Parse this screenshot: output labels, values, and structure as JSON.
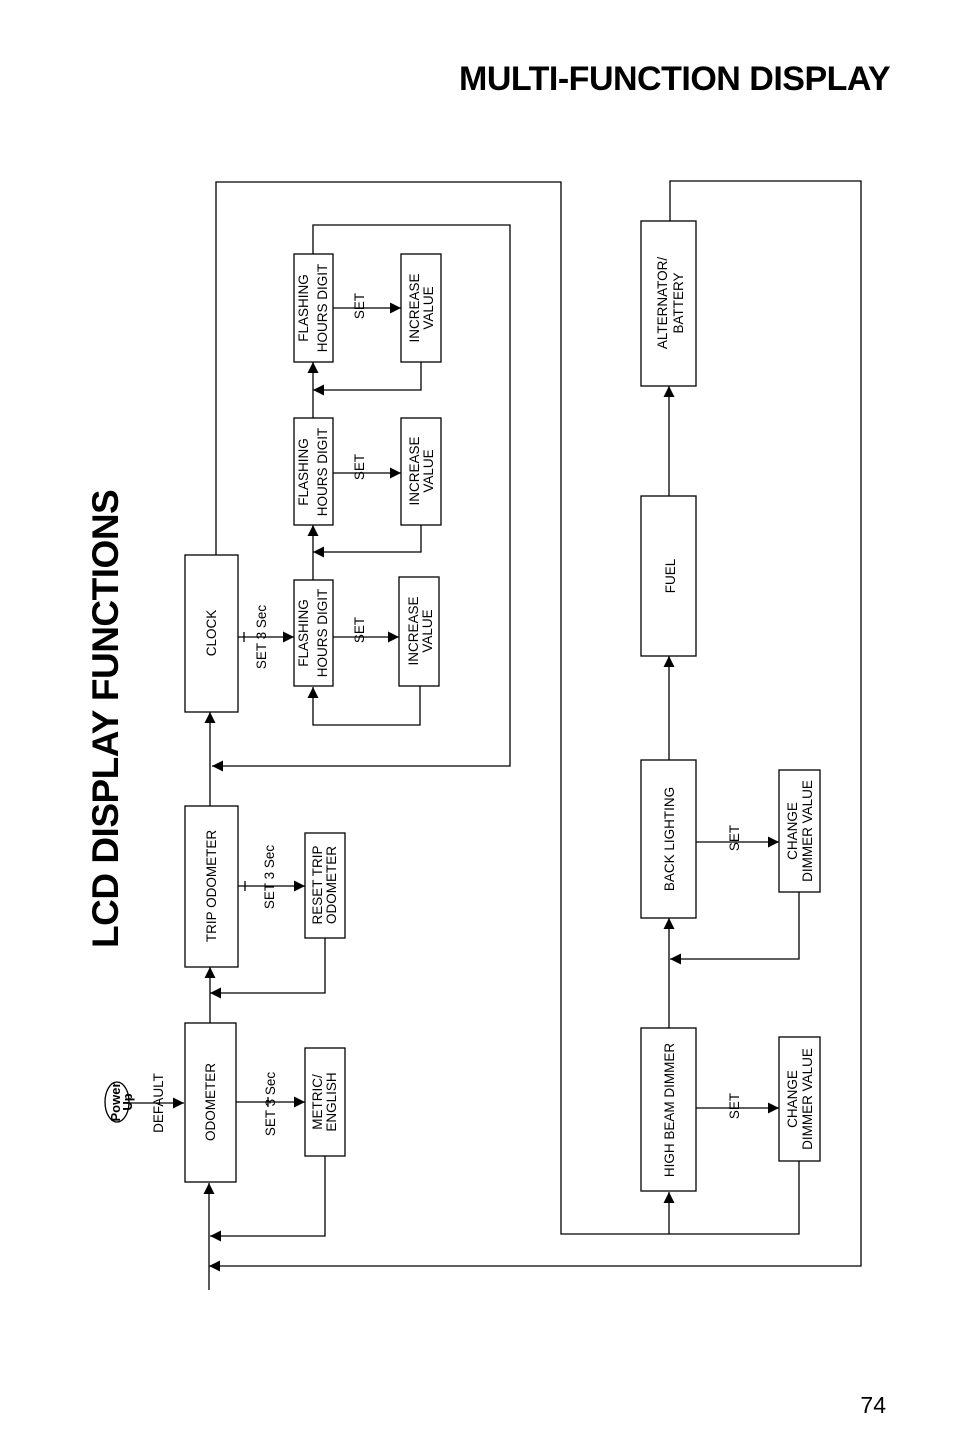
{
  "page": {
    "header": "MULTI-FUNCTION DISPLAY",
    "page_number": "74"
  },
  "diagram": {
    "title": "LCD DISPLAY FUNCTIONS",
    "power_up": [
      "Power",
      "Up"
    ],
    "default_label": "DEFAULT",
    "set_3_sec": "SET 3 Sec",
    "set": "SET",
    "odometer": "ODOMETER",
    "metric_english": [
      "METRIC/",
      "ENGLISH"
    ],
    "trip_odometer": "TRIP ODOMETER",
    "reset_trip": [
      "RESET TRIP",
      "ODOMETER"
    ],
    "clock": "CLOCK",
    "flashing_hours": [
      "FLASHING",
      "HOURS DIGIT"
    ],
    "increase_value": [
      "INCREASE",
      "VALUE"
    ],
    "high_beam_dimmer": "HIGH BEAM DIMMER",
    "back_lighting": "BACK LIGHTING",
    "change_dimmer": [
      "CHANGE",
      "DIMMER VALUE"
    ],
    "fuel": "FUEL",
    "alternator_battery": [
      "ALTERNATOR/",
      "BATTERY"
    ]
  }
}
